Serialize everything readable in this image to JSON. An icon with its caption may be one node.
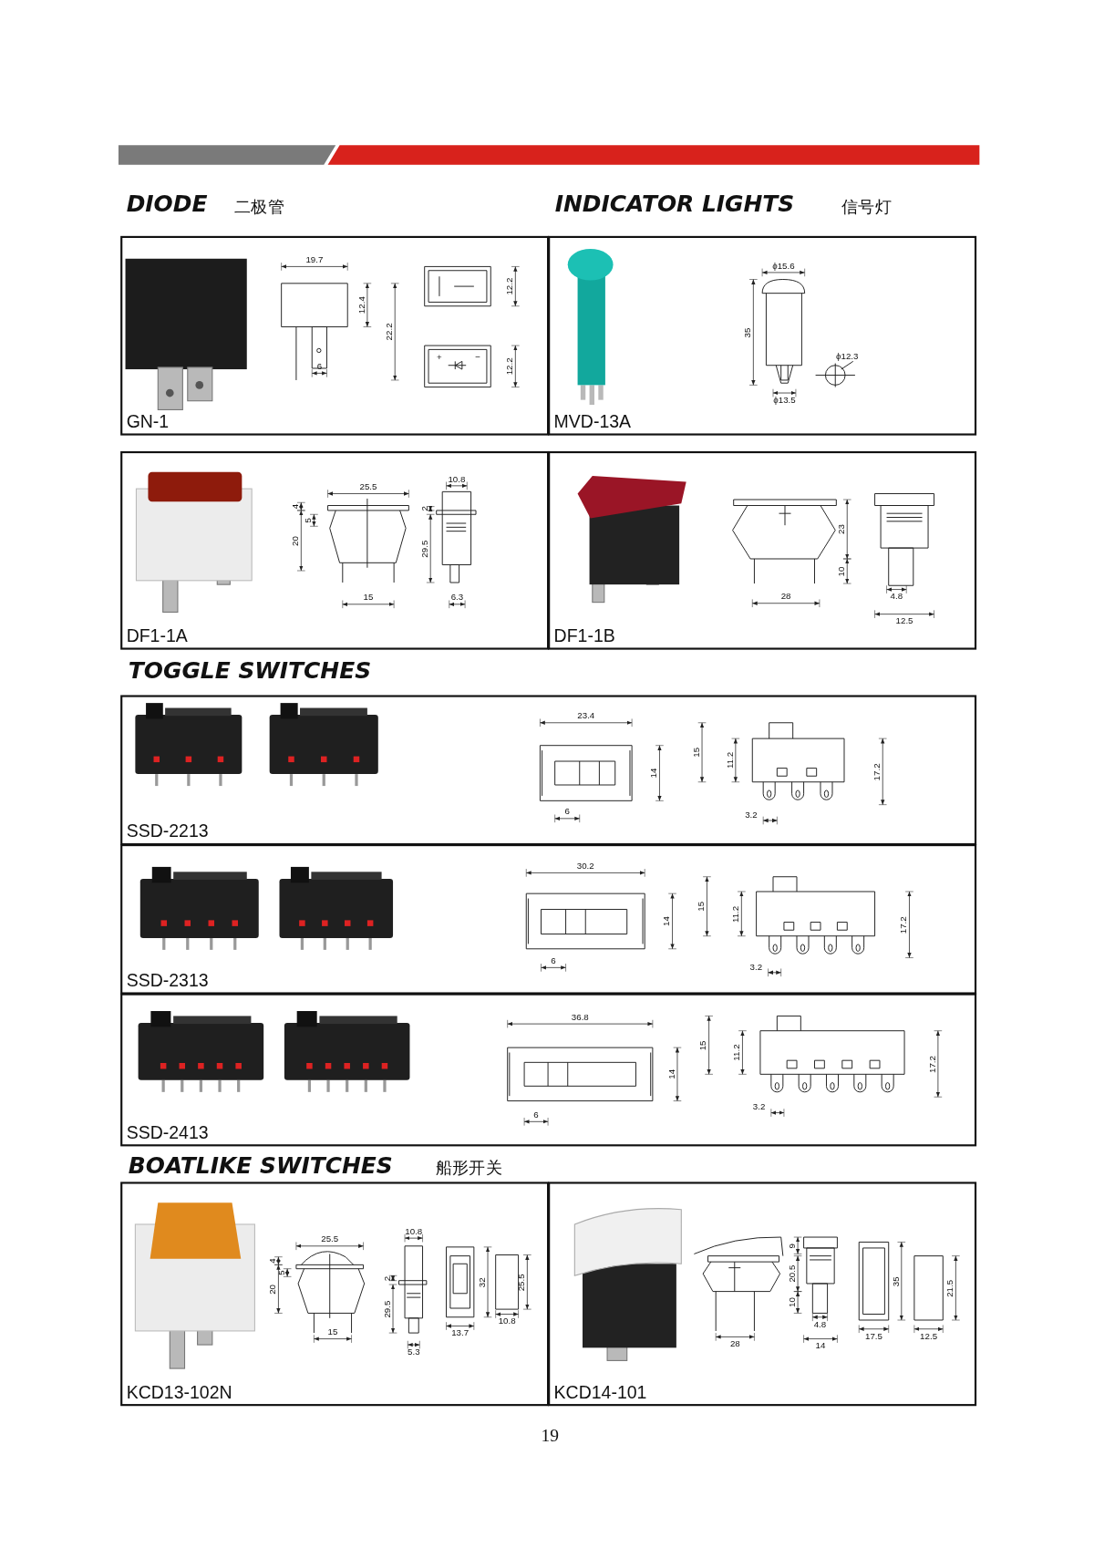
{
  "diagram": {
    "nodes": [
      {
        "text": [
          "GN-1"
        ]
      },
      {
        "text": [
          "MVD-13A"
        ]
      },
      {
        "text": [
          "DF1-1A"
        ]
      },
      {
        "text": [
          "DF1-1B"
        ]
      },
      {
        "text": [
          "SSD-2213"
        ]
      },
      {
        "text": [
          "SSD-2313"
        ]
      },
      {
        "text": [
          "SSD-2413"
        ]
      },
      {
        "text": [
          "KCD13-102N"
        ]
      },
      {
        "text": [
          "KCD14-101"
        ]
      }
    ],
    "labels": [
      "DIODE",
      "二极管",
      "INDICATOR LIGHTS",
      "信号灯",
      "19.7",
      "12.4",
      "22.2",
      "6",
      "12.2",
      "+",
      "−",
      "12.2",
      "ϕ15.6",
      "35",
      "ϕ12.3",
      "ϕ13.5",
      "25.5",
      "4",
      "5",
      "20",
      "15",
      "10.8",
      "2",
      "29.5",
      "6.3",
      "23",
      "10",
      "28",
      "4.8",
      "12.5",
      "TOGGLE SWITCHES",
      "23.4",
      "14",
      "6",
      "15",
      "11.2",
      "17.2",
      "3.2",
      "30.2",
      "14",
      "6",
      "15",
      "11.2",
      "17.2",
      "3.2",
      "36.8",
      "14",
      "6",
      "15",
      "11.2",
      "17.2",
      "3.2",
      "BOATLIKE SWITCHES",
      "船形开关",
      "25.5",
      "4",
      "5",
      "20",
      "15",
      "10.8",
      "2",
      "29.5",
      "5.3",
      "32",
      "13.7",
      "25.5",
      "10.8",
      "9",
      "20.5",
      "10",
      "28",
      "4.8",
      "14",
      "35",
      "17.5",
      "21.5",
      "12.5",
      "19"
    ]
  }
}
